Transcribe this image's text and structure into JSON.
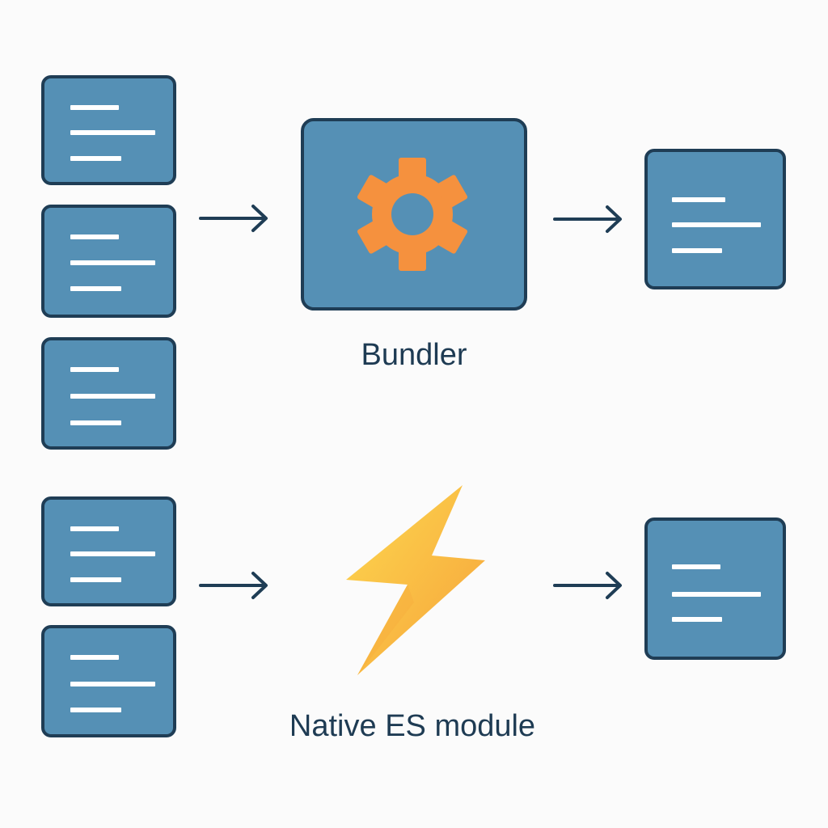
{
  "colors": {
    "background": "#fbfbfb",
    "file_fill": "#5590b5",
    "outline": "#1f3d55",
    "gear": "#f5913e",
    "bolt_light": "#fcd34d",
    "bolt_dark": "#f7a93a",
    "text": "#1e3b53"
  },
  "bundler_flow": {
    "caption": "Bundler",
    "center_icon": "gear-icon",
    "input_files": [
      {
        "name": "source-file-1"
      },
      {
        "name": "source-file-2"
      },
      {
        "name": "source-file-3"
      }
    ],
    "output_file": {
      "name": "bundle-file"
    }
  },
  "esm_flow": {
    "caption": "Native ES module",
    "center_icon": "lightning-bolt-icon",
    "input_files": [
      {
        "name": "module-file-1"
      },
      {
        "name": "module-file-2"
      }
    ],
    "output_file": {
      "name": "module-output-file"
    }
  }
}
